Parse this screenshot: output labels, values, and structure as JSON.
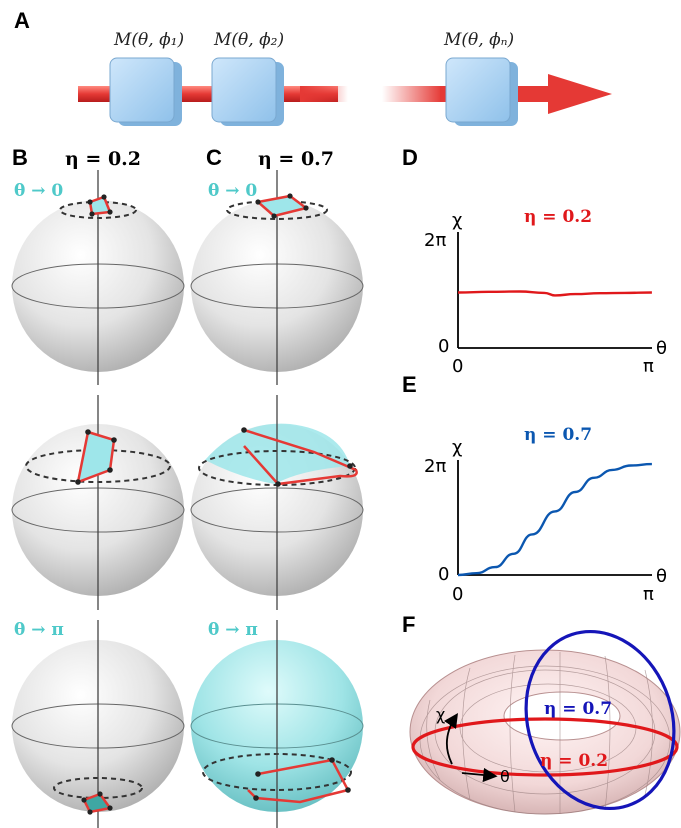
{
  "panel_letters": {
    "a": "A",
    "b": "B",
    "c": "C",
    "d": "D",
    "e": "E",
    "f": "F"
  },
  "operators": [
    "M(θ, ϕ₁)",
    "M(θ, ϕ₂)",
    "M(θ, ϕₙ)"
  ],
  "columns": {
    "left_eta": "η = 0.2",
    "right_eta": "η = 0.7"
  },
  "theta_tags": {
    "zero": "θ → 0",
    "pi": "θ → π"
  },
  "plots": {
    "chi_label": "χ",
    "theta_label": "θ",
    "y_top": "2π",
    "y_zero": "0",
    "x_zero": "0",
    "x_pi": "π",
    "d_title": "η = 0.2",
    "e_title": "η = 0.7"
  },
  "torus": {
    "blue_label": "η = 0.7",
    "red_label": "η = 0.2",
    "chi_axis": "χ",
    "theta_axis": "θ"
  },
  "colors": {
    "arrow_red": "#e53935",
    "cube_blue": "#a9d3f2",
    "cyan_patch": "#9ee6ea",
    "curve_red": "#e0181b",
    "curve_blue": "#0b57b0",
    "torus_blue": "#1515b8"
  },
  "chart_data": [
    {
      "type": "line",
      "title": "η = 0.2",
      "xlabel": "θ",
      "ylabel": "χ",
      "x_ticks": [
        "0",
        "π"
      ],
      "y_ticks": [
        "0",
        "2π"
      ],
      "xlim": [
        0,
        3.1416
      ],
      "ylim": [
        0,
        6.2832
      ],
      "series": [
        {
          "x": [
            0,
            0.5,
            1.0,
            1.4,
            1.57,
            1.9,
            2.3,
            2.7,
            3.14
          ],
          "y": [
            3.14,
            3.18,
            3.2,
            3.12,
            2.98,
            3.05,
            3.1,
            3.12,
            3.14
          ]
        }
      ]
    },
    {
      "type": "line",
      "title": "η = 0.7",
      "xlabel": "θ",
      "ylabel": "χ",
      "x_ticks": [
        "0",
        "π"
      ],
      "y_ticks": [
        "0",
        "2π"
      ],
      "xlim": [
        0,
        3.1416
      ],
      "ylim": [
        0,
        6.2832
      ],
      "series": [
        {
          "x": [
            0,
            0.3,
            0.6,
            0.9,
            1.2,
            1.57,
            1.9,
            2.2,
            2.5,
            2.8,
            3.14
          ],
          "y": [
            0,
            0.1,
            0.45,
            1.2,
            2.3,
            3.6,
            4.7,
            5.5,
            5.95,
            6.2,
            6.28
          ]
        }
      ]
    }
  ]
}
